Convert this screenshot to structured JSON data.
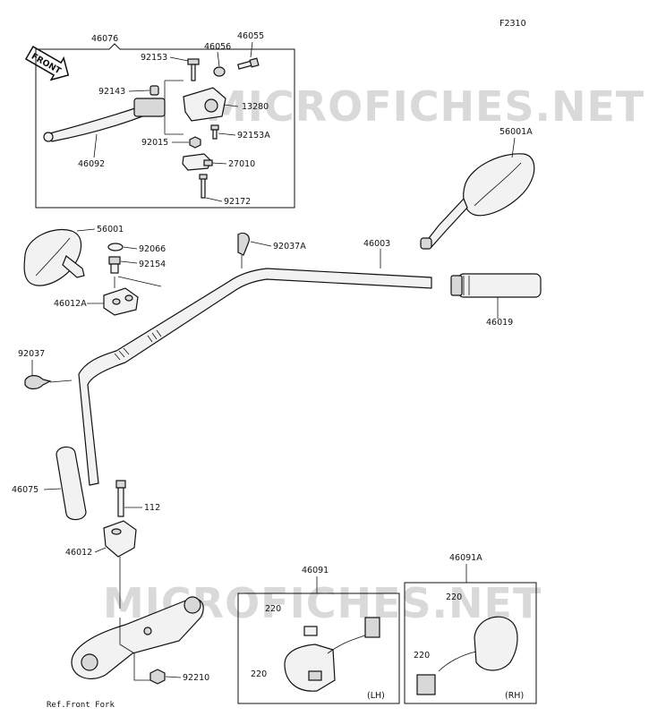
{
  "figure_code": "F2310",
  "watermark": "MICROFICHES.NET",
  "front_arrow_label": "FRONT",
  "ref_note": "Ref.Front Fork",
  "side_labels": {
    "left": "(LH)",
    "right": "(RH)"
  },
  "parts": {
    "p46076": "46076",
    "p46056": "46056",
    "p46055": "46055",
    "p92153": "92153",
    "p92143": "92143",
    "p13280": "13280",
    "p92015": "92015",
    "p92153A": "92153A",
    "p46092": "46092",
    "p27010": "27010",
    "p92172": "92172",
    "p56001A": "56001A",
    "p56001": "56001",
    "p92066": "92066",
    "p92154": "92154",
    "p92037A": "92037A",
    "p46003": "46003",
    "p46012A": "46012A",
    "p46019": "46019",
    "p92037": "92037",
    "p46075": "46075",
    "p112": "112",
    "p46012": "46012",
    "p46091": "46091",
    "p46091A": "46091A",
    "p220a": "220",
    "p220b": "220",
    "p220c": "220",
    "p220d": "220",
    "p92210": "92210"
  }
}
